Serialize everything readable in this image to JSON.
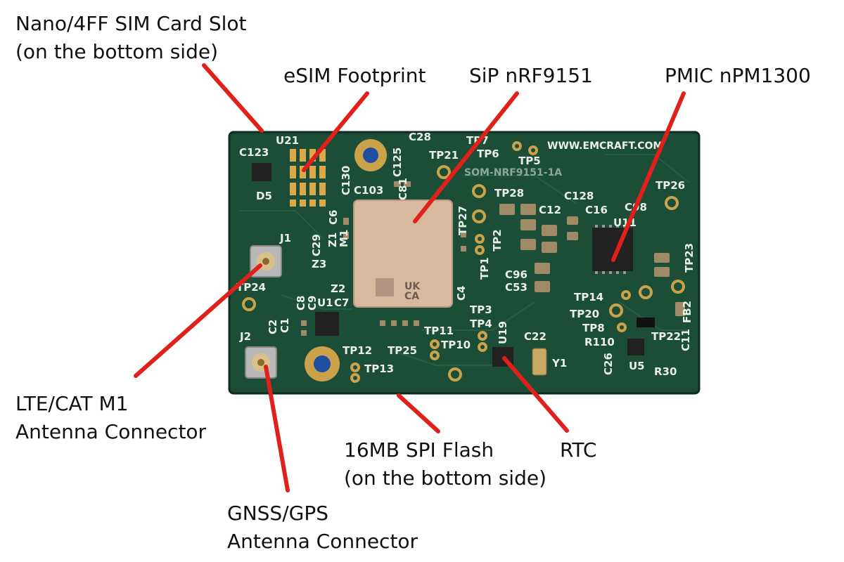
{
  "colors": {
    "background": "#ffffff",
    "pcb": "#1b4a35",
    "pcb_edge": "#0f2e20",
    "chip": "#d8b9a0",
    "leader": "#e0201a",
    "silkscreen": "#e9efe9",
    "text": "#111111"
  },
  "labels": {
    "sim_slot": {
      "line1": "Nano/4FF SIM Card Slot",
      "line2": "(on the bottom side)"
    },
    "esim": "eSIM Footprint",
    "sip": "SiP nRF9151",
    "pmic": "PMIC nPM1300",
    "lte": {
      "line1": "LTE/CAT M1",
      "line2": "Antenna Connector"
    },
    "flash": {
      "line1": "16MB SPI Flash",
      "line2": "(on the bottom side)"
    },
    "rtc": "RTC",
    "gnss": {
      "line1": "GNSS/GPS",
      "line2": "Antenna Connector"
    }
  },
  "board_markings": {
    "url": "WWW.EMCRAFT.COM",
    "model": "SOM-NRF9151-1A",
    "refs": {
      "c123": "C123",
      "u21": "U21",
      "d5": "D5",
      "c125": "C125",
      "c28": "C28",
      "tp7": "TP7",
      "tp21": "TP21",
      "tp6": "TP6",
      "tp5": "TP5",
      "c130": "C130",
      "c103": "C103",
      "c81": "C81",
      "c6": "C6",
      "tp28": "TP28",
      "c128": "C128",
      "tp26": "TP26",
      "tp27": "TP27",
      "c12": "C12",
      "c16": "C16",
      "c98": "C98",
      "u11": "U11",
      "j1": "J1",
      "c29": "C29",
      "z1": "Z1",
      "z3": "Z3",
      "m1": "M1",
      "tp2": "TP2",
      "tp1": "TP1",
      "tp23": "TP23",
      "c96": "C96",
      "c53": "C53",
      "tp24": "TP24",
      "c8": "C8",
      "c9": "C9",
      "u1": "U1",
      "c7": "C7",
      "z2": "Z2",
      "c4": "C4",
      "tp14": "TP14",
      "tp20": "TP20",
      "fb2": "FB2",
      "c2": "C2",
      "c1": "C1",
      "j2": "J2",
      "tp3": "TP3",
      "tp4": "TP4",
      "tp8": "TP8",
      "r110": "R110",
      "tp22": "TP22",
      "c11": "C11",
      "tp11": "TP11",
      "tp10": "TP10",
      "u19": "U19",
      "c22": "C22",
      "tp12": "TP12",
      "tp25": "TP25",
      "y1": "Y1",
      "c26": "C26",
      "u5": "U5",
      "r30": "R30",
      "tp13": "TP13"
    }
  }
}
